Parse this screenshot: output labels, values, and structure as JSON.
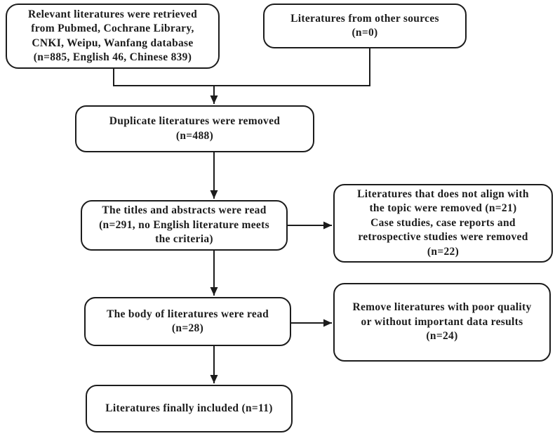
{
  "diagram": {
    "background_color": "#ffffff",
    "line_color": "#1c1c1c",
    "nodes": {
      "retrieved": {
        "text": "Relevant literatures were retrieved\nfrom Pubmed, Cochrane Library,\nCNKI, Weipu, Wanfang database\n(n=885, English 46, Chinese 839)"
      },
      "other_sources": {
        "text": "Literatures from other sources\n(n=0)"
      },
      "duplicates_removed": {
        "text": "Duplicate literatures were removed\n(n=488)"
      },
      "titles_abstracts_read": {
        "text": "The titles and abstracts were read\n(n=291, no English literature meets\nthe criteria)"
      },
      "topic_removed": {
        "text": "Literatures that does not align with\nthe topic were removed (n=21)\nCase studies, case reports and\nretrospective studies were removed\n(n=22)"
      },
      "body_read": {
        "text": "The body of literatures were read\n(n=28)"
      },
      "quality_removed": {
        "text": "Remove literatures with poor quality\nor without important data results\n(n=24)"
      },
      "included": {
        "text": "Literatures finally included (n=11)"
      }
    },
    "edges": [
      {
        "from": "retrieved",
        "to": "duplicates_removed",
        "arrow": true
      },
      {
        "from": "other_sources",
        "to": "duplicates_removed",
        "arrow": true
      },
      {
        "from": "duplicates_removed",
        "to": "titles_abstracts_read",
        "arrow": true
      },
      {
        "from": "titles_abstracts_read",
        "to": "topic_removed",
        "arrow": true
      },
      {
        "from": "titles_abstracts_read",
        "to": "body_read",
        "arrow": true
      },
      {
        "from": "body_read",
        "to": "quality_removed",
        "arrow": true
      },
      {
        "from": "body_read",
        "to": "included",
        "arrow": true
      }
    ]
  }
}
